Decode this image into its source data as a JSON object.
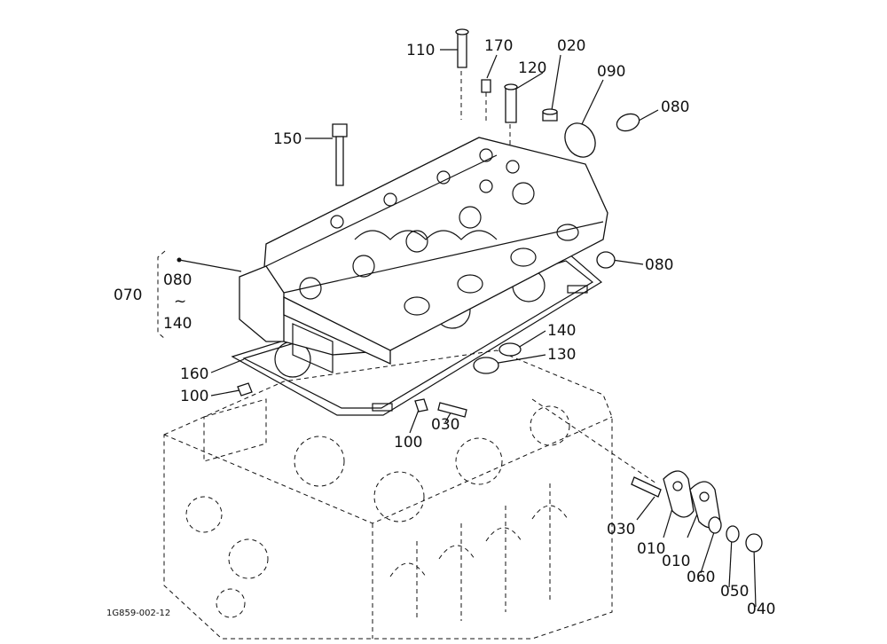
{
  "diagram": {
    "caption": "1G859-002-12",
    "callouts": [
      {
        "id": "110",
        "label": "110"
      },
      {
        "id": "170",
        "label": "170"
      },
      {
        "id": "020",
        "label": "020"
      },
      {
        "id": "120",
        "label": "120"
      },
      {
        "id": "090",
        "label": "090"
      },
      {
        "id": "080a",
        "label": "080"
      },
      {
        "id": "150",
        "label": "150"
      },
      {
        "id": "080b",
        "label": "080"
      },
      {
        "id": "070",
        "label": "070"
      },
      {
        "id": "range_from",
        "label": "080"
      },
      {
        "id": "range_sep",
        "label": "~"
      },
      {
        "id": "range_to",
        "label": "140"
      },
      {
        "id": "140",
        "label": "140"
      },
      {
        "id": "130",
        "label": "130"
      },
      {
        "id": "160",
        "label": "160"
      },
      {
        "id": "100a",
        "label": "100"
      },
      {
        "id": "100b",
        "label": "100"
      },
      {
        "id": "030a",
        "label": "030"
      },
      {
        "id": "030b",
        "label": "030"
      },
      {
        "id": "010a",
        "label": "010"
      },
      {
        "id": "010b",
        "label": "010"
      },
      {
        "id": "060",
        "label": "060"
      },
      {
        "id": "050",
        "label": "050"
      },
      {
        "id": "040",
        "label": "040"
      }
    ]
  }
}
